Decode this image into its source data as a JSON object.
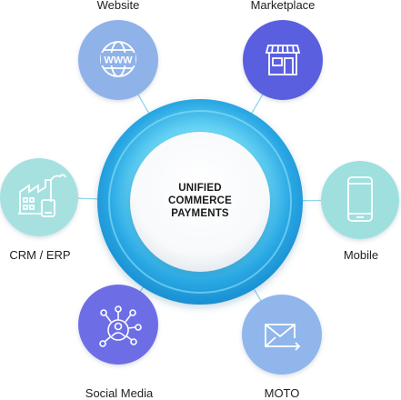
{
  "hub": {
    "lines": [
      "UNIFIED",
      "COMMERCE",
      "PAYMENTS"
    ]
  },
  "channels": [
    {
      "label": "Website",
      "icon": "globe-www-icon"
    },
    {
      "label": "Marketplace",
      "icon": "storefront-icon"
    },
    {
      "label": "Mobile",
      "icon": "smartphone-icon"
    },
    {
      "label": "MOTO",
      "icon": "mail-forward-icon"
    },
    {
      "label": "Social Media",
      "icon": "social-network-icon"
    },
    {
      "label": "CRM / ERP",
      "icon": "factory-icon"
    }
  ],
  "colors": {
    "connector": "#8fd6e6",
    "ring_outer": "#1e9ad8",
    "ring_inner": "#5fd0f2",
    "website": "#8fb2e8",
    "marketplace": "#5a5ee0",
    "mobile": "#9fe0df",
    "moto": "#90b6ec",
    "social_media": "#6d6ee6",
    "crm_erp": "#a6e1e0"
  }
}
